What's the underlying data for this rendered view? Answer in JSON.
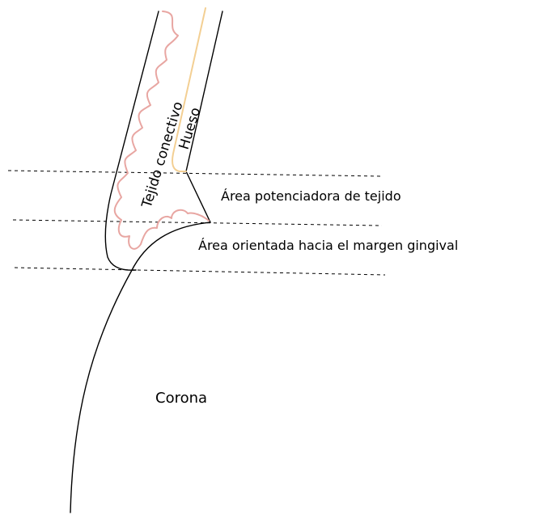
{
  "labels": {
    "connective_tissue": "Tejido conectivo",
    "bone": "Hueso",
    "tissue_enhancing_area": "Área potenciadora de tejido",
    "gingival_margin_area": "Área orientada hacia el margen gingival",
    "crown": "Corona"
  },
  "colors": {
    "line": "#000000",
    "connective_tissue_wave": "#e8a6a2",
    "bone_line": "#f3cf93",
    "background": "#ffffff"
  }
}
